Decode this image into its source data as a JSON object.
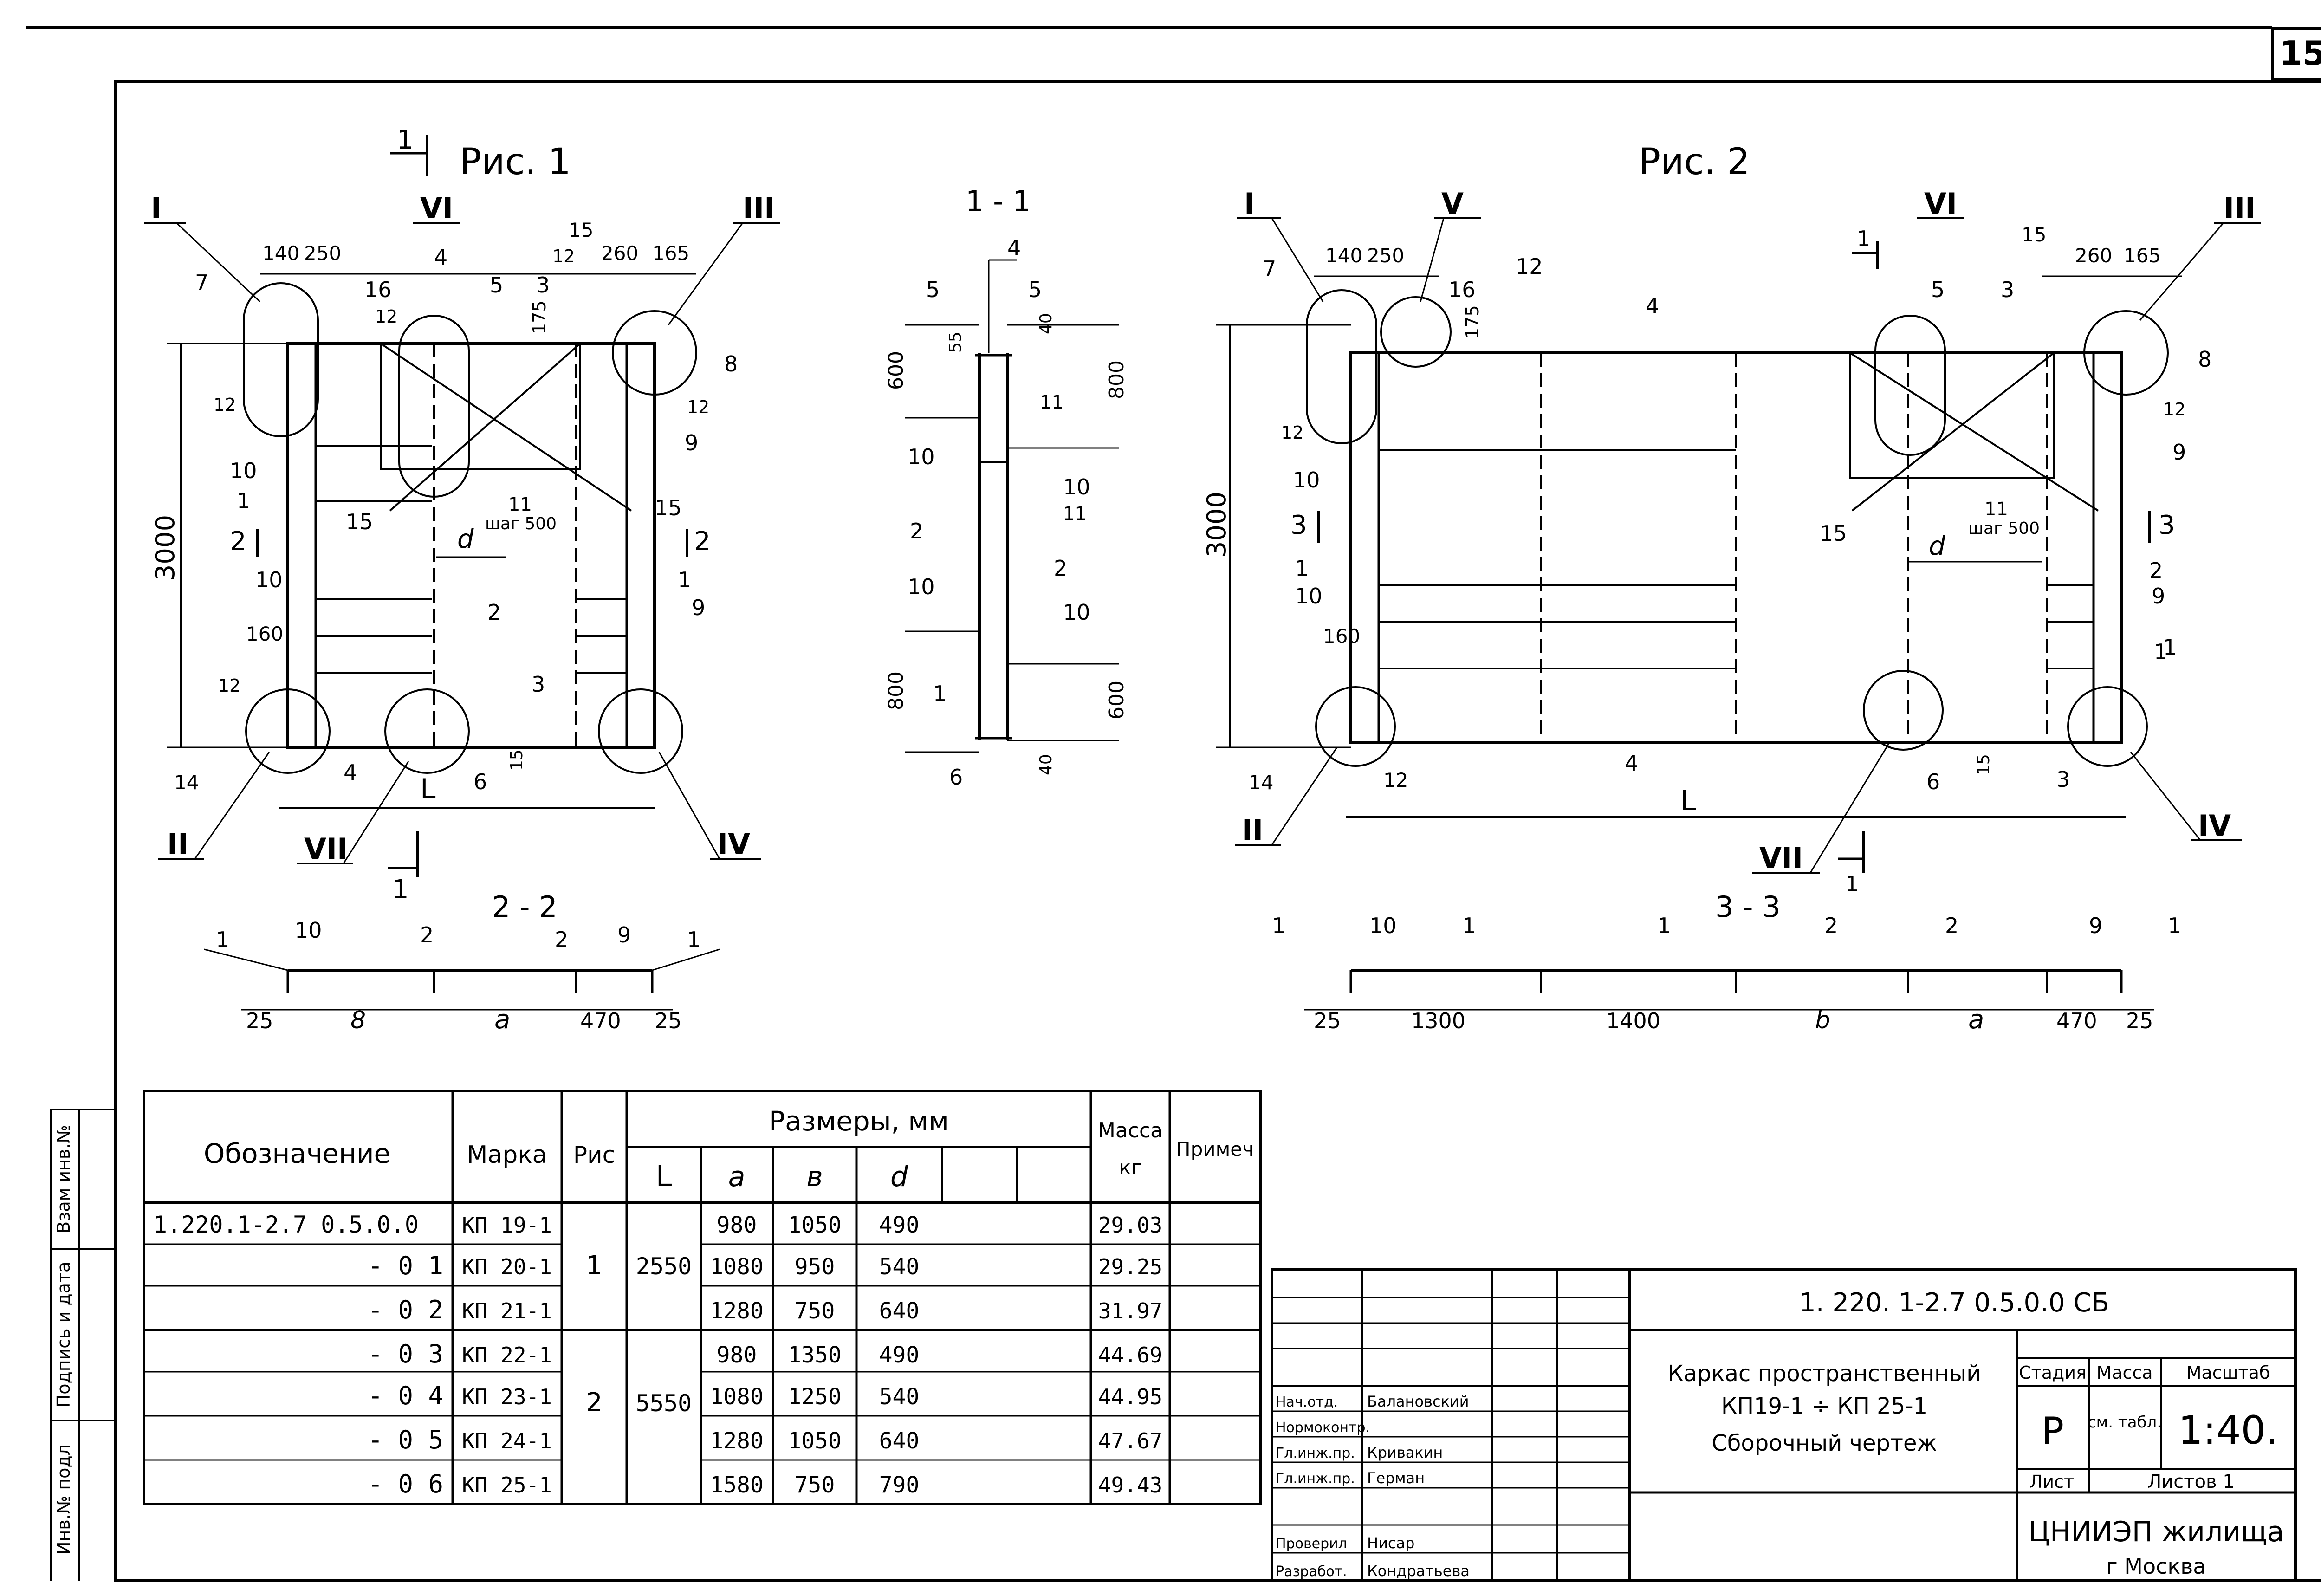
{
  "sheet_number": "15",
  "fig1": {
    "title": "Рис. 1",
    "section_ref": "1",
    "dims": {
      "d140": "140",
      "d250": "250",
      "d260": "260",
      "d165": "165",
      "d15a": "15",
      "d175": "175",
      "h3000": "3000",
      "d160": "160",
      "d15b": "15",
      "L": "L",
      "d": "d",
      "step": "шаг 500"
    },
    "roman": {
      "I": "I",
      "VI": "VI",
      "III": "III",
      "II": "II",
      "VII": "VII",
      "IV": "IV"
    },
    "cut2": "2",
    "callouts": {
      "c7": "7",
      "c16": "16",
      "c12a": "12",
      "c4": "4",
      "c5": "5",
      "c3": "3",
      "c12b": "12",
      "c8": "8",
      "c12c": "12",
      "c12d": "12",
      "c9": "9",
      "c10": "10",
      "c1": "1",
      "c15a": "15",
      "c11": "11",
      "c15b": "15",
      "c10b": "10",
      "c2": "2",
      "c1b": "1",
      "c9b": "9",
      "c3b": "3",
      "c12e": "12",
      "c14": "14",
      "c4b": "4",
      "c6": "6"
    }
  },
  "sec11": {
    "title": "1 - 1",
    "labels": {
      "c4": "4",
      "c5a": "5",
      "c5b": "5",
      "d55": "55",
      "d40a": "40",
      "d600": "600",
      "d800a": "800",
      "c11a": "11",
      "c10a": "10",
      "c10b": "10",
      "c11b": "11",
      "c2a": "2",
      "c2b": "2",
      "c10c": "10",
      "c10d": "10",
      "d800b": "800",
      "d600b": "600",
      "c1": "1",
      "c6": "6",
      "d40b": "40"
    }
  },
  "fig2": {
    "title": "Рис. 2",
    "dims": {
      "d140": "140",
      "d250": "250",
      "d175": "175",
      "d260": "260",
      "d165": "165",
      "h3000": "3000",
      "d160": "160",
      "L": "L",
      "d": "d",
      "step": "шаг 500",
      "d15": "15"
    },
    "roman": {
      "I": "I",
      "V": "V",
      "VI": "VI",
      "III": "III",
      "II": "II",
      "VII": "VII",
      "IV": "IV"
    },
    "cut3": "3",
    "callouts": {
      "c7": "7",
      "c16": "16",
      "c12": "12",
      "c4": "4",
      "c5": "5",
      "c3": "3",
      "c15": "15",
      "c8": "8",
      "c12b": "12",
      "c9": "9",
      "c10": "10",
      "c1": "1",
      "c10b": "10",
      "c11": "11",
      "c15b": "15",
      "c2": "2",
      "c9b": "9",
      "c1b": "1",
      "c14": "14",
      "c12c": "12",
      "c4b": "4",
      "c6": "6",
      "c3b": "3",
      "c12d": "12",
      "c1c": "1"
    }
  },
  "sec22": {
    "title": "2 - 2",
    "callouts": [
      "1",
      "10",
      "2",
      "2",
      "9",
      "1"
    ],
    "dims": [
      "25",
      "8",
      "a",
      "470",
      "25"
    ]
  },
  "sec33": {
    "title": "3 - 3",
    "callouts": [
      "1",
      "10",
      "1",
      "1",
      "2",
      "2",
      "9",
      "1"
    ],
    "dims": [
      "25",
      "1300",
      "1400",
      "b",
      "a",
      "470",
      "25"
    ]
  },
  "spec_table": {
    "h_designation": "Обозначение",
    "h_mark": "Марка",
    "h_fig": "Рис",
    "h_dims": "Размеры, мм",
    "h_L": "L",
    "h_a": "a",
    "h_b": "в",
    "h_d": "d",
    "h_mass": "Масса",
    "h_mass_unit": "кг",
    "h_note": "Примеч",
    "rows": [
      {
        "designation": "1.220.1-2.7 0.5.0.0",
        "mark": "КП 19-1",
        "a": "980",
        "b": "1050",
        "d": "490",
        "mass": "29.03"
      },
      {
        "designation": "- 0 1",
        "mark": "КП 20-1",
        "a": "1080",
        "b": "950",
        "d": "540",
        "mass": "29.25"
      },
      {
        "designation": "- 0 2",
        "mark": "КП 21-1",
        "a": "1280",
        "b": "750",
        "d": "640",
        "mass": "31.97"
      },
      {
        "designation": "- 0 3",
        "mark": "КП 22-1",
        "a": "980",
        "b": "1350",
        "d": "490",
        "mass": "44.69"
      },
      {
        "designation": "- 0 4",
        "mark": "КП 23-1",
        "a": "1080",
        "b": "1250",
        "d": "540",
        "mass": "44.95"
      },
      {
        "designation": "- 0 5",
        "mark": "КП 24-1",
        "a": "1280",
        "b": "1050",
        "d": "640",
        "mass": "47.67"
      },
      {
        "designation": "- 0 6",
        "mark": "КП 25-1",
        "a": "1580",
        "b": "750",
        "d": "790",
        "mass": "49.43"
      }
    ],
    "group1": {
      "fig": "1",
      "L": "2550"
    },
    "group2": {
      "fig": "2",
      "L": "5550"
    }
  },
  "left_strip": {
    "inv_zam": "Взам инв.№",
    "signature_date": "Подпись и дата",
    "inv_orig": "Инв.№ подл"
  },
  "title_block": {
    "doc_code": "1. 220. 1-2.7  0.5.0.0   СБ",
    "title_line1": "Каркас пространственный",
    "title_line2": "КП19-1 ÷ КП 25-1",
    "title_line3": "Сборочный чертеж",
    "h_stage": "Стадия",
    "h_mass": "Масса",
    "h_scale": "Масштаб",
    "stage": "Р",
    "mass": "см. табл.",
    "scale": "1:40.",
    "sheet": "Лист",
    "sheets": "Листов 1",
    "org": "ЦНИИЭП жилища",
    "city": "г Москва",
    "staff": [
      {
        "role": "Нач.отд.",
        "name": "Балановский"
      },
      {
        "role": "Нормоконтр.",
        "name": ""
      },
      {
        "role": "Гл.инж.пр.",
        "name": "Кривакин"
      },
      {
        "role": "Гл.инж.пр.",
        "name": "Герман"
      },
      {
        "role": "Проверил",
        "name": "Нисар"
      },
      {
        "role": "Разработ.",
        "name": "Кондратьева"
      }
    ]
  }
}
